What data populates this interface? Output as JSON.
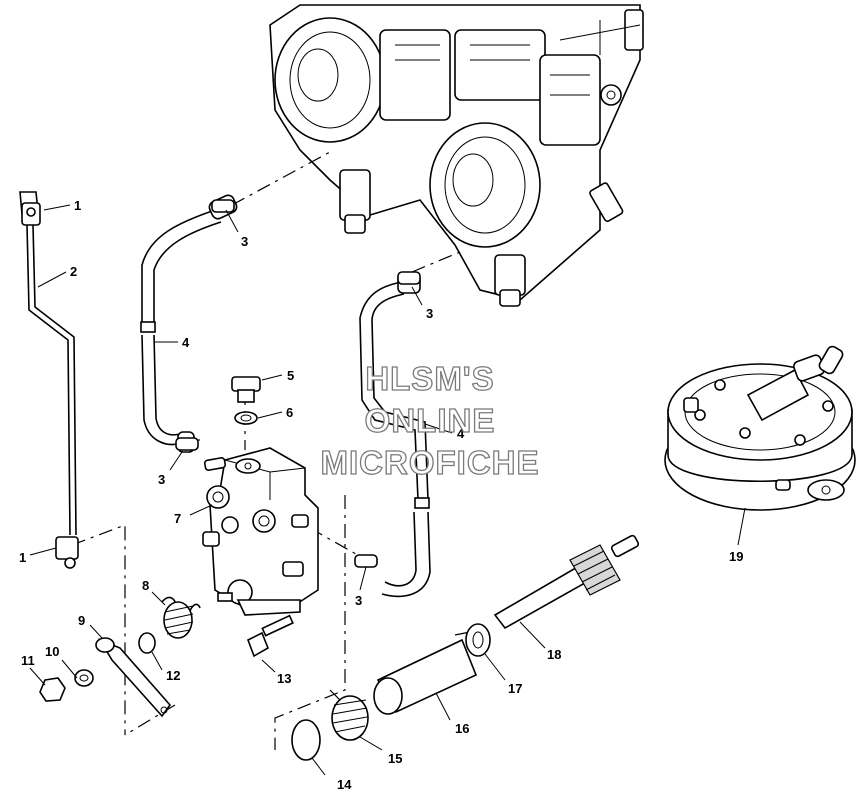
{
  "watermark": [
    "HLSM'S",
    "ONLINE",
    "MICROFICHE"
  ],
  "callouts": [
    {
      "id": "c1a",
      "label": "1"
    },
    {
      "id": "c2",
      "label": "2"
    },
    {
      "id": "c3a",
      "label": "3"
    },
    {
      "id": "c4a",
      "label": "4"
    },
    {
      "id": "c3b",
      "label": "3"
    },
    {
      "id": "c5",
      "label": "5"
    },
    {
      "id": "c6",
      "label": "6"
    },
    {
      "id": "c4b",
      "label": "4"
    },
    {
      "id": "c3c",
      "label": "3"
    },
    {
      "id": "c7",
      "label": "7"
    },
    {
      "id": "c1b",
      "label": "1"
    },
    {
      "id": "c3d",
      "label": "3"
    },
    {
      "id": "c8",
      "label": "8"
    },
    {
      "id": "c9",
      "label": "9"
    },
    {
      "id": "c10",
      "label": "10"
    },
    {
      "id": "c11",
      "label": "11"
    },
    {
      "id": "c12",
      "label": "12"
    },
    {
      "id": "c13",
      "label": "13"
    },
    {
      "id": "c14",
      "label": "14"
    },
    {
      "id": "c15",
      "label": "15"
    },
    {
      "id": "c16",
      "label": "16"
    },
    {
      "id": "c17",
      "label": "17"
    },
    {
      "id": "c18",
      "label": "18"
    },
    {
      "id": "c19",
      "label": "19"
    }
  ]
}
